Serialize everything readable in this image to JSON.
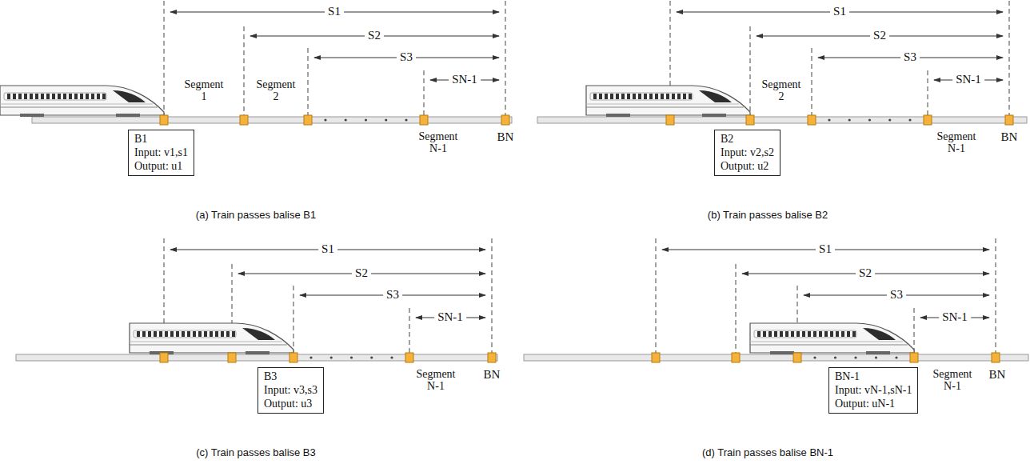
{
  "diagram": {
    "nodes": [
      {
        "text": [
          "B1",
          "Input: v1,s1",
          "Output: u1"
        ]
      },
      {
        "text": [
          "B2",
          "Input: v2,s2",
          "Output: u2"
        ]
      },
      {
        "text": [
          "B3",
          "Input: v3,s3",
          "Output: u3"
        ]
      },
      {
        "text": [
          "BN-1",
          "Input: vN-1,sN-1",
          "Output: uN-1"
        ]
      }
    ],
    "labels": [
      "S1",
      "S2",
      "S3",
      "SN-1",
      "Segment 1",
      "Segment 2",
      "Segment N-1",
      "BN",
      "(a) Train passes balise B1",
      "S1",
      "S2",
      "S3",
      "SN-1",
      "Segment 2",
      "Segment N-1",
      "BN",
      "(b) Train passes balise B2",
      "S1",
      "S2",
      "S3",
      "SN-1",
      "Segment N-1",
      "BN",
      "(c) Train passes balise B3",
      "S1",
      "S2",
      "S3",
      "SN-1",
      "Segment N-1",
      "BN",
      "(d) Train passes balise BN-1"
    ]
  }
}
